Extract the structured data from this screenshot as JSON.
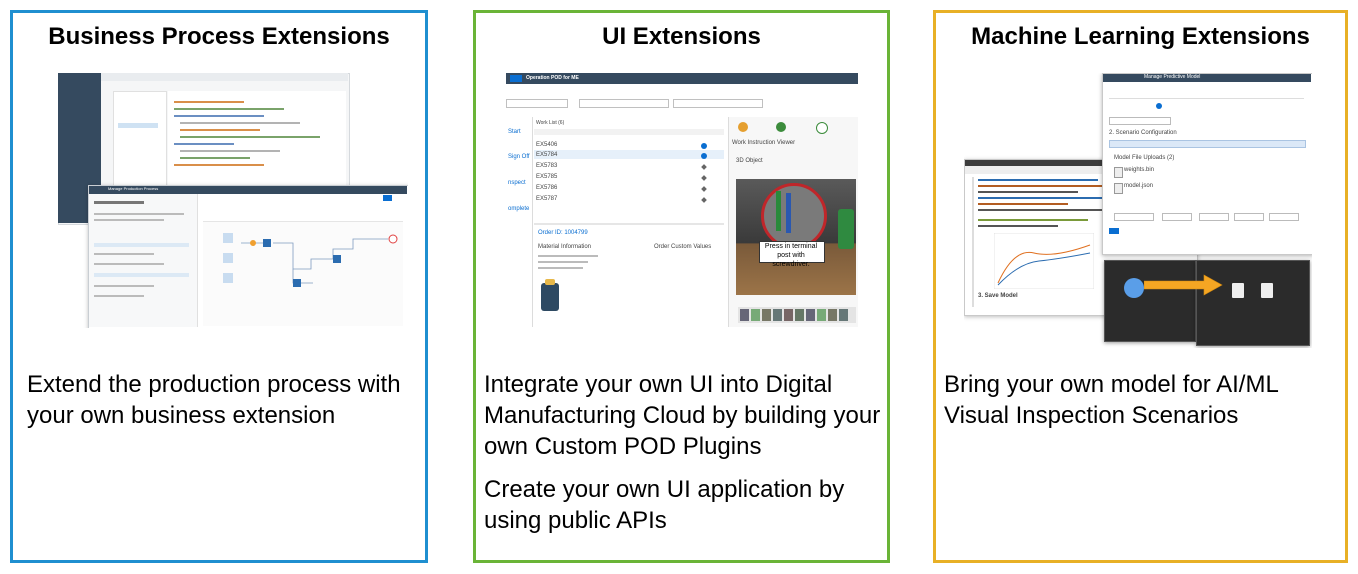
{
  "cards": [
    {
      "title": "Business Process Extensions",
      "border_color": "#1f8fd0",
      "paragraphs": [
        "Extend the production process with your own business extension"
      ]
    },
    {
      "title": "UI Extensions",
      "border_color": "#6ab437",
      "paragraphs": [
        "Integrate your own UI into Digital Manufacturing Cloud by building your own Custom POD Plugins",
        "Create your own UI application by using public APIs"
      ]
    },
    {
      "title": "Machine Learning Extensions",
      "border_color": "#e8b026",
      "paragraphs": [
        "Bring your own model for AI/ML Visual Inspection Scenarios"
      ]
    }
  ],
  "ui_shot": {
    "header_title": "Operation POD for ME",
    "work_list_title": "Work List (6)",
    "side_buttons": [
      "Start",
      "Sign Off",
      "nspect",
      "omplete"
    ],
    "rows": [
      "EX5406",
      "EX5784",
      "EX5783",
      "EX5785",
      "EX5786",
      "EX5787"
    ],
    "viewer_title": "Work Instruction Viewer",
    "object_label": "3D Object",
    "callout": "Press in terminal post with screwdriver.",
    "order_label": "Order ID: 1004799",
    "material_info": "Material Information",
    "order_values": "Order Custom Values"
  },
  "ml_shot": {
    "header_title": "Manage Predictive Model",
    "section": "2. Scenario Configuration",
    "uploads": "Model File Uploads (2)",
    "file1": "weights.bin",
    "file2": "model.json",
    "save_model": "3. Save Model"
  },
  "bp_shot": {
    "header_title": "Manage Production Process"
  }
}
